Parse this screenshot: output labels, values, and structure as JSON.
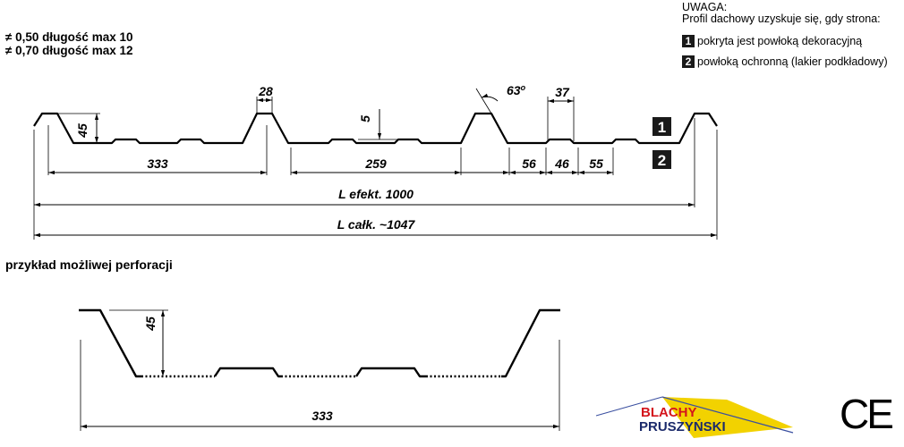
{
  "thickness": {
    "line1": "≠ 0,50 długość max 10",
    "line2": "≠ 0,70 długość max 12"
  },
  "uwaga": {
    "title": "UWAGA:",
    "subtitle": "Profil dachowy uzyskuje się, gdy strona:",
    "notes": [
      {
        "num": "1",
        "text": "pokryta jest powłoką dekoracyjną"
      },
      {
        "num": "2",
        "text": "powłoką ochronną (lakier podkładowy)"
      }
    ]
  },
  "profile": {
    "dim_28": "28",
    "dim_45": "45",
    "dim_5": "5",
    "dim_63": "63",
    "dim_63_unit": "o",
    "dim_37": "37",
    "dim_333": "333",
    "dim_259": "259",
    "dim_56": "56",
    "dim_46": "46",
    "dim_55": "55",
    "side_1": "1",
    "side_2": "2",
    "l_efekt": "L efekt. 1000",
    "l_calk": "L całk. ~1047"
  },
  "perforation": {
    "title": "przykład możliwej perforacji",
    "dim_45": "45",
    "dim_333": "333"
  },
  "logo": {
    "line1": "BLACHY",
    "line2": "PRUSZYŃSKI"
  },
  "ce_mark": "CE"
}
